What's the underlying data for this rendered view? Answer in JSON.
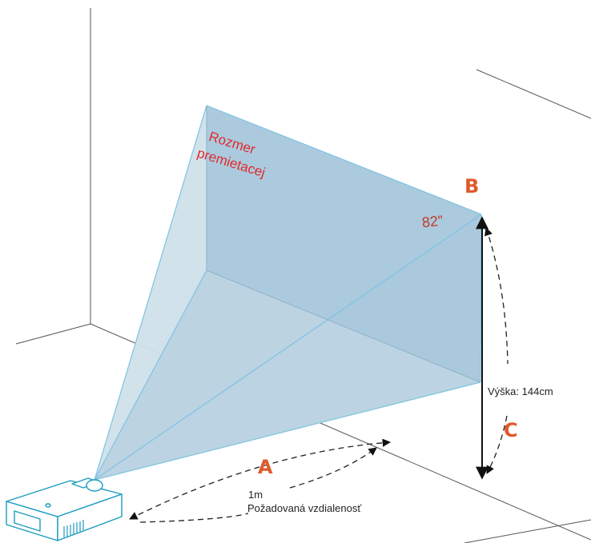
{
  "screen_label": {
    "text_line1": "Rozmer",
    "text_line2": "premietacej",
    "color": "#e3282a"
  },
  "diagonal": {
    "text": "82\"",
    "color": "#c0392b"
  },
  "markers": {
    "A": "A",
    "B": "B",
    "C": "C",
    "color": "#e0592a"
  },
  "distance": {
    "value": "1m",
    "label": "Požadovaná vzdialenosť"
  },
  "height": {
    "label": "Výška: 144cm"
  },
  "colors": {
    "beam_fill": "#bcd4e3",
    "beam_edge": "#7ec3e3",
    "screen_fill": "#9fc2d9",
    "projector_stroke": "#1a9bbf",
    "projector_fill": "#ffffff",
    "wall_line": "#555555"
  }
}
